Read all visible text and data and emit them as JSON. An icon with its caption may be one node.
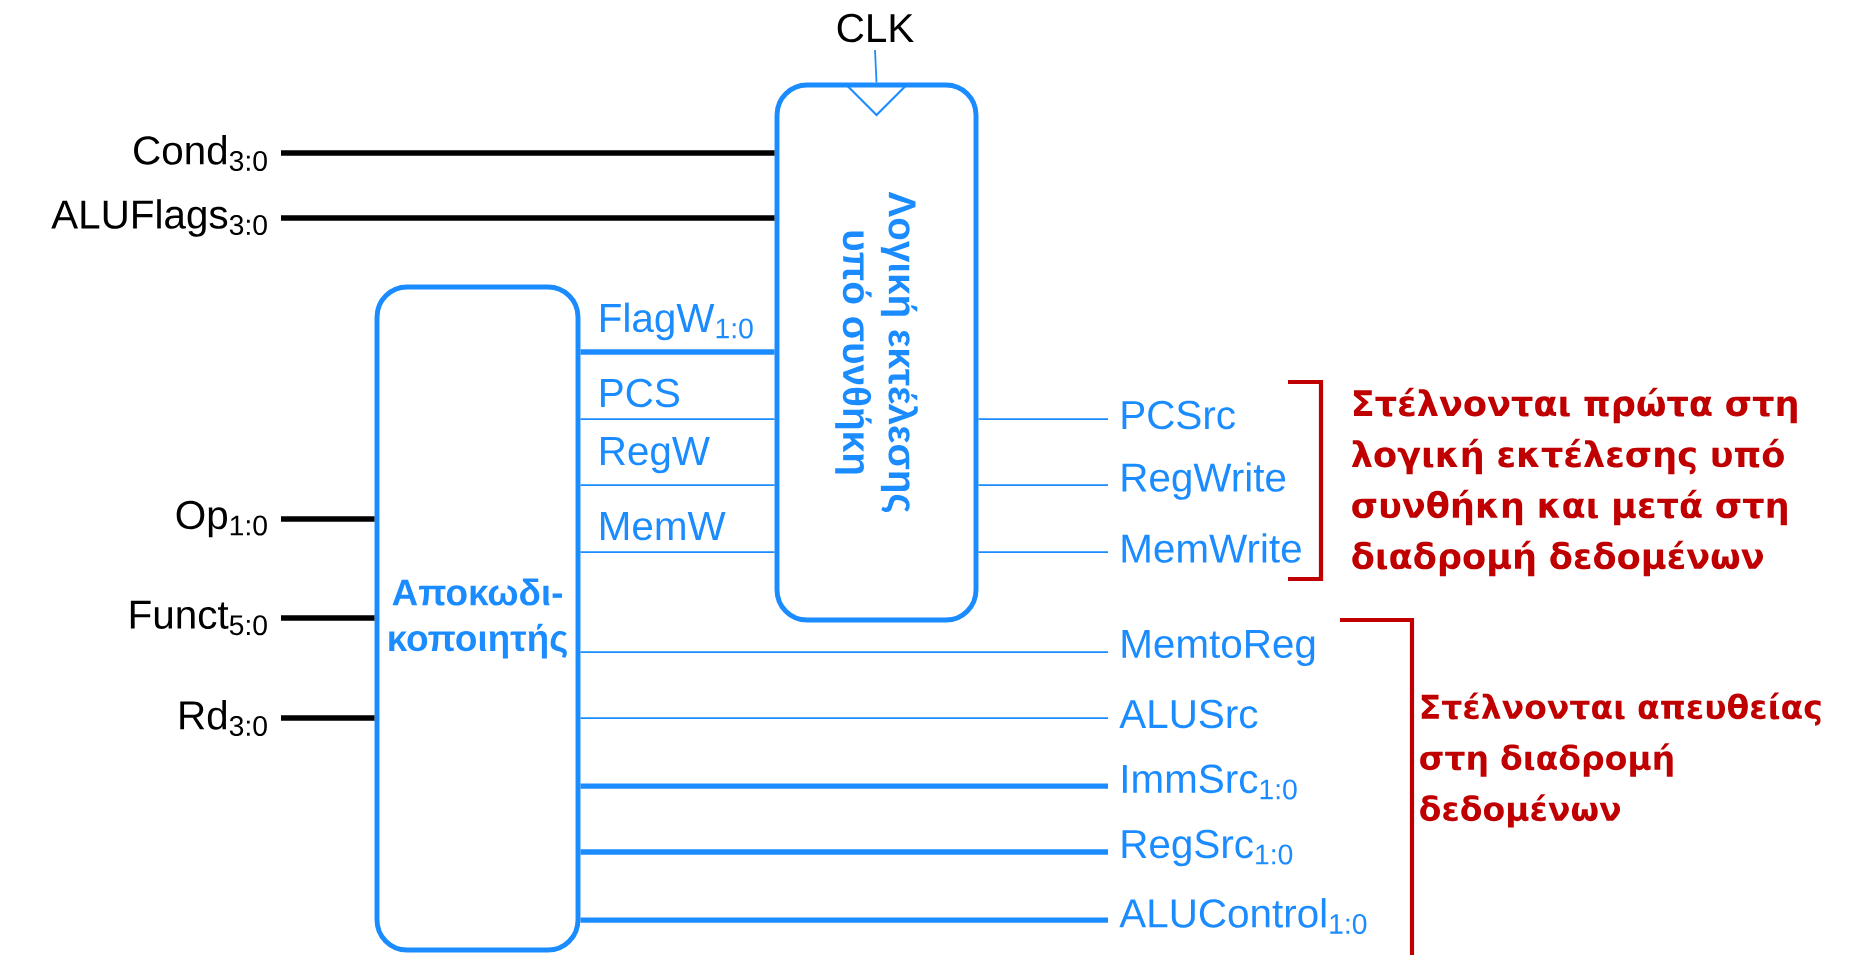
{
  "diagram": {
    "nodes": [
      {
        "text": [
          "Αποκωδι- κοποιητής"
        ]
      },
      {
        "text": [
          "Λογική εκτέλεσης υπό συνθήκη"
        ]
      },
      {
        "text": [
          "CLK"
        ]
      },
      {
        "text": [
          "Cond$_{3:0}$"
        ]
      },
      {
        "text": [
          "ALUFlags$_{3:0}$"
        ]
      },
      {
        "text": [
          "Op$_{1:0}$"
        ]
      },
      {
        "text": [
          "Funct$_{5:0}$"
        ]
      },
      {
        "text": [
          "Rd$_{3:0}$"
        ]
      },
      {
        "text": [
          "PCSrc"
        ]
      },
      {
        "text": [
          "RegWrite"
        ]
      },
      {
        "text": [
          "MemWrite"
        ]
      },
      {
        "text": [
          "MemtoReg"
        ]
      },
      {
        "text": [
          "ALUSrc"
        ]
      },
      {
        "text": [
          "ImmSrc$_{1:0}$"
        ]
      },
      {
        "text": [
          "RegSrc$_{1:0}$"
        ]
      },
      {
        "text": [
          "ALUControl$_{1:0}$"
        ]
      }
    ],
    "edges": [
      {
        "from": 2,
        "to": 1,
        "arrow": "none"
      },
      {
        "from": 3,
        "to": 1,
        "arrow": "none",
        "style": "thick",
        "color": "#000000"
      },
      {
        "from": 4,
        "to": 1,
        "arrow": "none",
        "style": "thick",
        "color": "#000000"
      },
      {
        "from": 5,
        "to": 0,
        "arrow": "none",
        "style": "thick",
        "color": "#000000"
      },
      {
        "from": 6,
        "to": 0,
        "arrow": "none",
        "style": "thick",
        "color": "#000000"
      },
      {
        "from": 7,
        "to": 0,
        "arrow": "none",
        "style": "thick",
        "color": "#000000"
      },
      {
        "from": 0,
        "to": 1,
        "arrow": "none",
        "label": "FlagW$_{1:0}$",
        "style": "thick"
      },
      {
        "from": 0,
        "to": 1,
        "arrow": "none",
        "label": "PCS"
      },
      {
        "from": 0,
        "to": 1,
        "arrow": "none",
        "label": "RegW"
      },
      {
        "from": 0,
        "to": 1,
        "arrow": "none",
        "label": "MemW"
      },
      {
        "from": 1,
        "to": 8,
        "arrow": "none"
      },
      {
        "from": 1,
        "to": 9,
        "arrow": "none"
      },
      {
        "from": 1,
        "to": 10,
        "arrow": "none"
      },
      {
        "from": 0,
        "to": 11,
        "arrow": "none"
      },
      {
        "from": 0,
        "to": 12,
        "arrow": "none"
      },
      {
        "from": 0,
        "to": 13,
        "arrow": "none",
        "style": "thick"
      },
      {
        "from": 0,
        "to": 14,
        "arrow": "none",
        "style": "thick"
      },
      {
        "from": 0,
        "to": 15,
        "arrow": "none",
        "style": "thick"
      }
    ],
    "labels": [
      "Στέλνονται πρώτα στη λογική εκτέλεσης υπό συνθήκη και μετά στη διαδρομή δεδομένων",
      "Στέλνονται απευθείας στη διαδρομή δεδομένων"
    ]
  }
}
